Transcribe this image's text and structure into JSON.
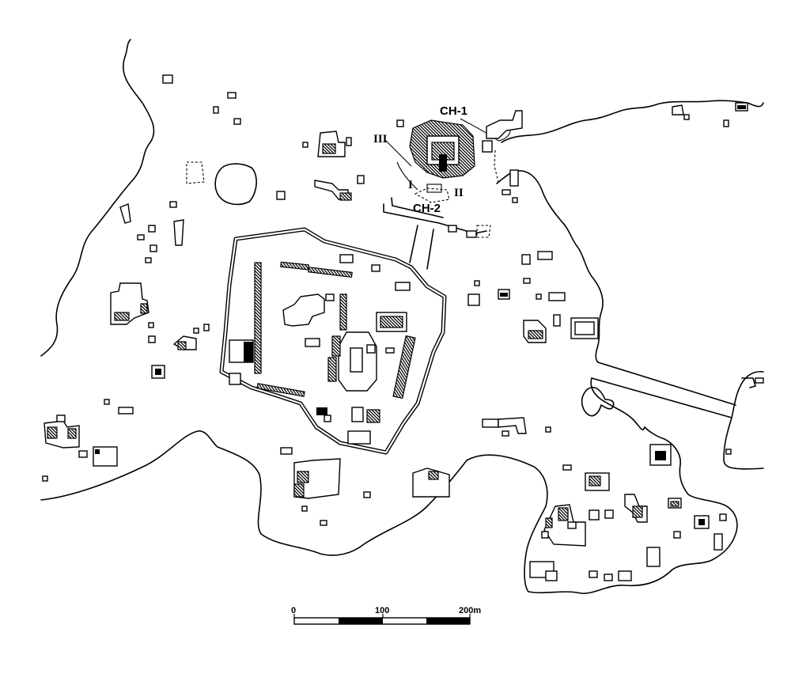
{
  "labels": {
    "ch1": "CH-1",
    "ch2": "CH-2",
    "roman_i": "I",
    "roman_ii": "II",
    "roman_iii": "III"
  },
  "scale_bar": {
    "tick_start": "0",
    "tick_mid": "100",
    "tick_end": "200m",
    "colors": [
      "#ffffff",
      "#000000"
    ]
  },
  "colors": {
    "ink": "#000000",
    "paper": "#ffffff"
  }
}
